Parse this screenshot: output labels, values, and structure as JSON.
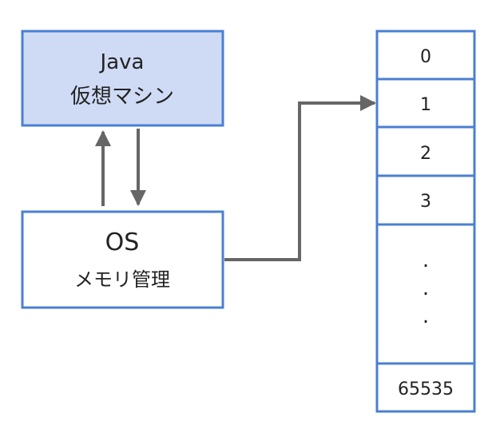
{
  "jvm_box": {
    "line1": "Java",
    "line2": "仮想マシン",
    "fill": "#cfdbf5"
  },
  "os_box": {
    "line1": "OS",
    "line2": "メモリ管理",
    "fill": "#ffffff"
  },
  "memory": {
    "cells": [
      "0",
      "1",
      "2",
      "3"
    ],
    "ellipsis": [
      ".",
      ".",
      "."
    ],
    "last_cell": "65535"
  },
  "colors": {
    "border": "#4a7fd4",
    "arrow": "#666666"
  }
}
